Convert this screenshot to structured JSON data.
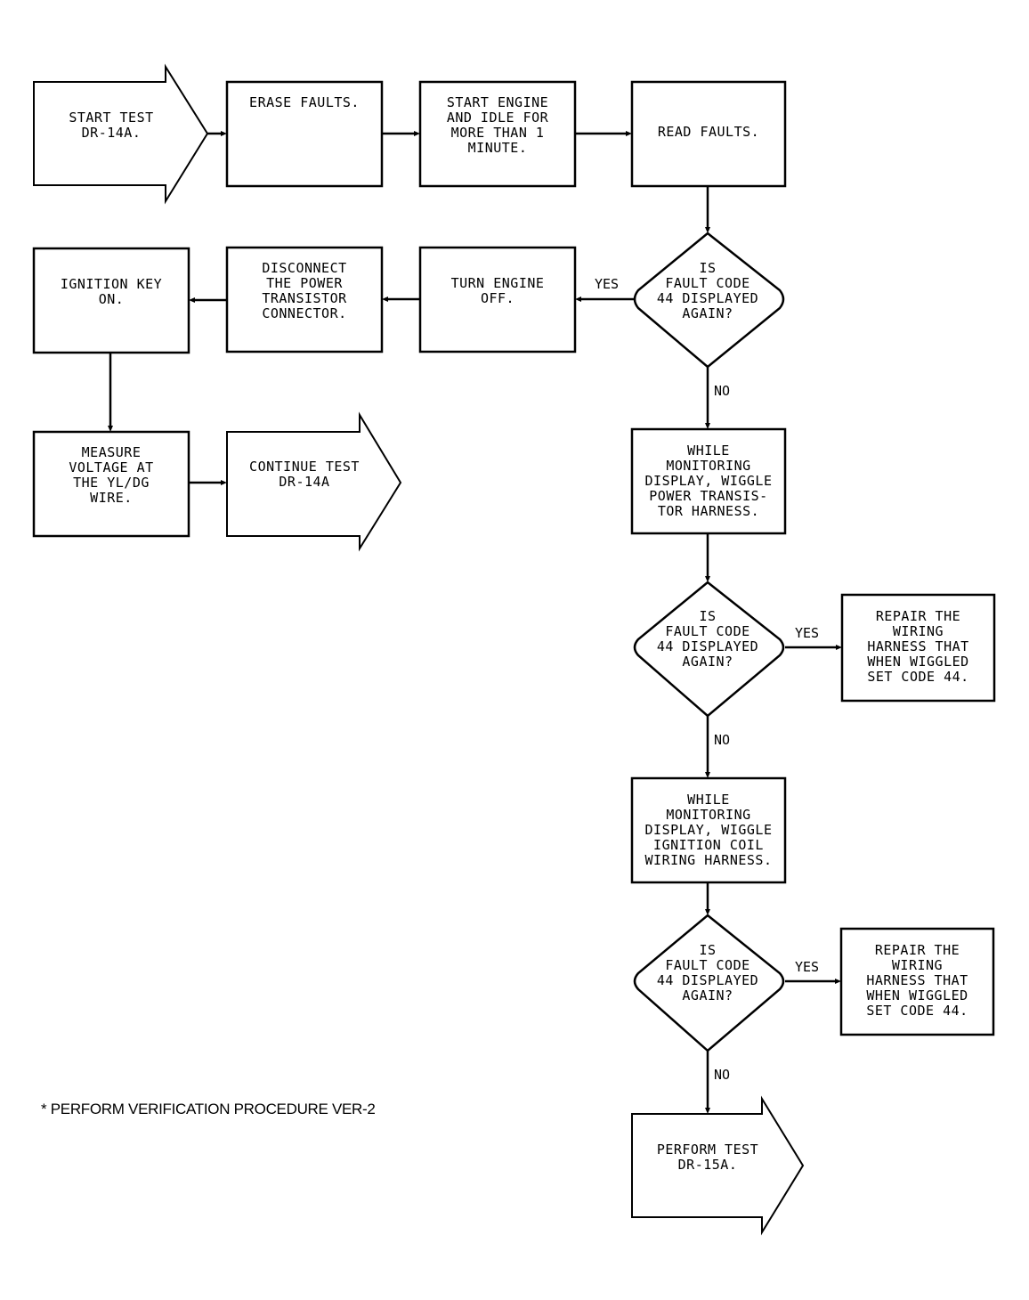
{
  "nodes": {
    "start": "START TEST\nDR-14A.",
    "erase": "ERASE FAULTS.",
    "start_engine": "START ENGINE\nAND IDLE FOR\nMORE THAN 1\nMINUTE.",
    "read_faults": "READ FAULTS.",
    "decision1": "IS\nFAULT CODE\n44 DISPLAYED\nAGAIN?",
    "turn_off": "TURN ENGINE\nOFF.",
    "disconnect": "DISCONNECT\nTHE POWER\nTRANSISTOR\nCONNECTOR.",
    "ignition_key": "IGNITION KEY\nON.",
    "measure": "MEASURE\nVOLTAGE AT\nTHE YL/DG\nWIRE.",
    "continue": "CONTINUE TEST\nDR-14A",
    "wiggle_pt": "WHILE\nMONITORING\nDISPLAY, WIGGLE\nPOWER TRANSIS-\nTOR HARNESS.",
    "decision2": "IS\nFAULT CODE\n44 DISPLAYED\nAGAIN?",
    "repair1": "REPAIR THE\nWIRING\nHARNESS THAT\nWHEN WIGGLED\nSET CODE 44.",
    "wiggle_coil": "WHILE\nMONITORING\nDISPLAY, WIGGLE\nIGNITION COIL\nWIRING HARNESS.",
    "decision3": "IS\nFAULT CODE\n44 DISPLAYED\nAGAIN?",
    "repair2": "REPAIR THE\nWIRING\nHARNESS THAT\nWHEN WIGGLED\nSET CODE 44.",
    "perform": "PERFORM TEST\nDR-15A."
  },
  "edge_labels": {
    "d1_yes": "YES",
    "d1_no": "NO",
    "d2_yes": "YES",
    "d2_no": "NO",
    "d3_yes": "YES",
    "d3_no": "NO"
  },
  "footnote": "* PERFORM VERIFICATION PROCEDURE VER-2"
}
